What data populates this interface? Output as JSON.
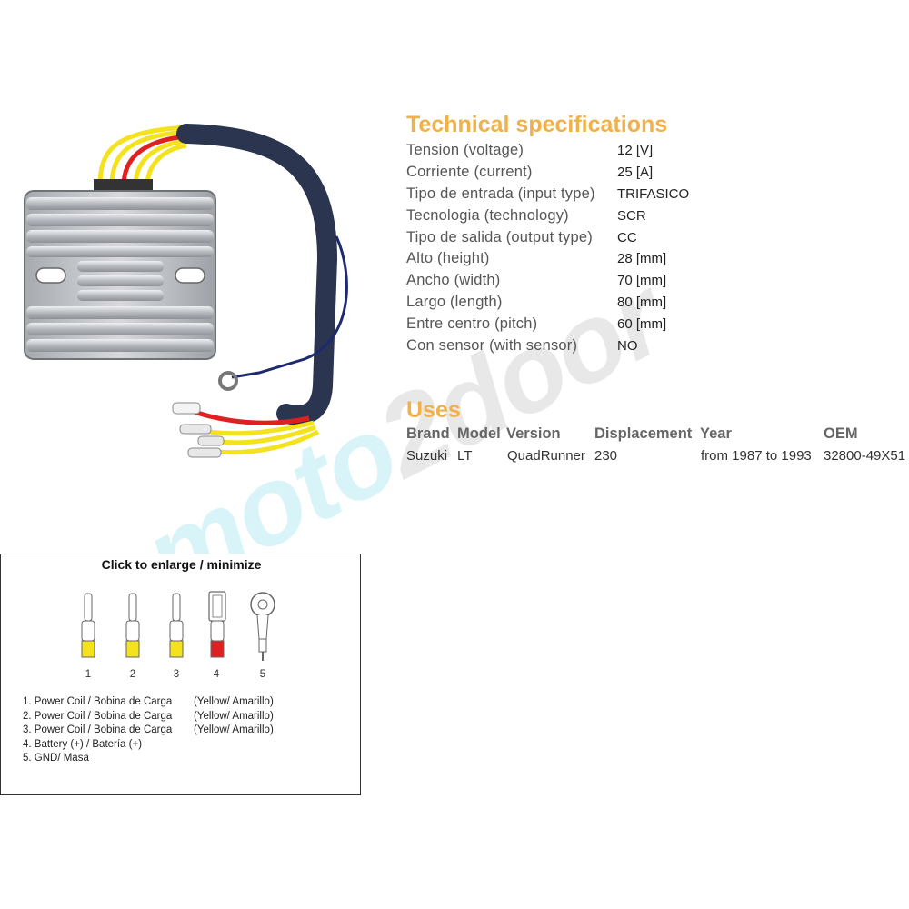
{
  "watermark": {
    "part1": "moto",
    "part2": "2door"
  },
  "specs": {
    "title": "Technical specifications",
    "rows": [
      {
        "label": "Tension (voltage)",
        "value": "12 [V]"
      },
      {
        "label": "Corriente (current)",
        "value": "25 [A]"
      },
      {
        "label": "Tipo de entrada (input type)",
        "value": "TRIFASICO"
      },
      {
        "label": "Tecnologia (technology)",
        "value": "SCR"
      },
      {
        "label": "Tipo de salida (output type)",
        "value": "CC"
      },
      {
        "label": "Alto (height)",
        "value": "28 [mm]"
      },
      {
        "label": "Ancho (width)",
        "value": "70 [mm]"
      },
      {
        "label": "Largo (length)",
        "value": "80 [mm]"
      },
      {
        "label": "Entre centro (pitch)",
        "value": "60 [mm]"
      },
      {
        "label": "Con sensor (with sensor)",
        "value": "NO"
      }
    ]
  },
  "uses": {
    "title": "Uses",
    "headers": {
      "brand": "Brand",
      "model": "Model",
      "version": "Version",
      "displacement": "Displacement",
      "year": "Year",
      "oem": "OEM"
    },
    "rows": [
      {
        "brand": "Suzuki",
        "model": "LT",
        "version": "QuadRunner",
        "displacement": "230",
        "year": "from 1987 to 1993",
        "oem": "32800-49X51"
      }
    ]
  },
  "diagram": {
    "title": "Click to enlarge / minimize",
    "numbers": [
      "1",
      "2",
      "3",
      "4",
      "5"
    ],
    "legend": [
      {
        "label": "1. Power Coil / Bobina de Carga",
        "color": "(Yellow/ Amarillo)"
      },
      {
        "label": "2. Power Coil / Bobina de Carga",
        "color": "(Yellow/ Amarillo)"
      },
      {
        "label": "3. Power Coil / Bobina de Carga",
        "color": "(Yellow/ Amarillo)"
      },
      {
        "label": "4. Battery (+) / Batería (+)",
        "color": ""
      },
      {
        "label": "5. GND/ Masa",
        "color": ""
      }
    ]
  },
  "colors": {
    "heading": "#f0b04a",
    "wire_yellow": "#f4e21c",
    "wire_red": "#e02020",
    "heatsink": "#c9ccd0"
  }
}
